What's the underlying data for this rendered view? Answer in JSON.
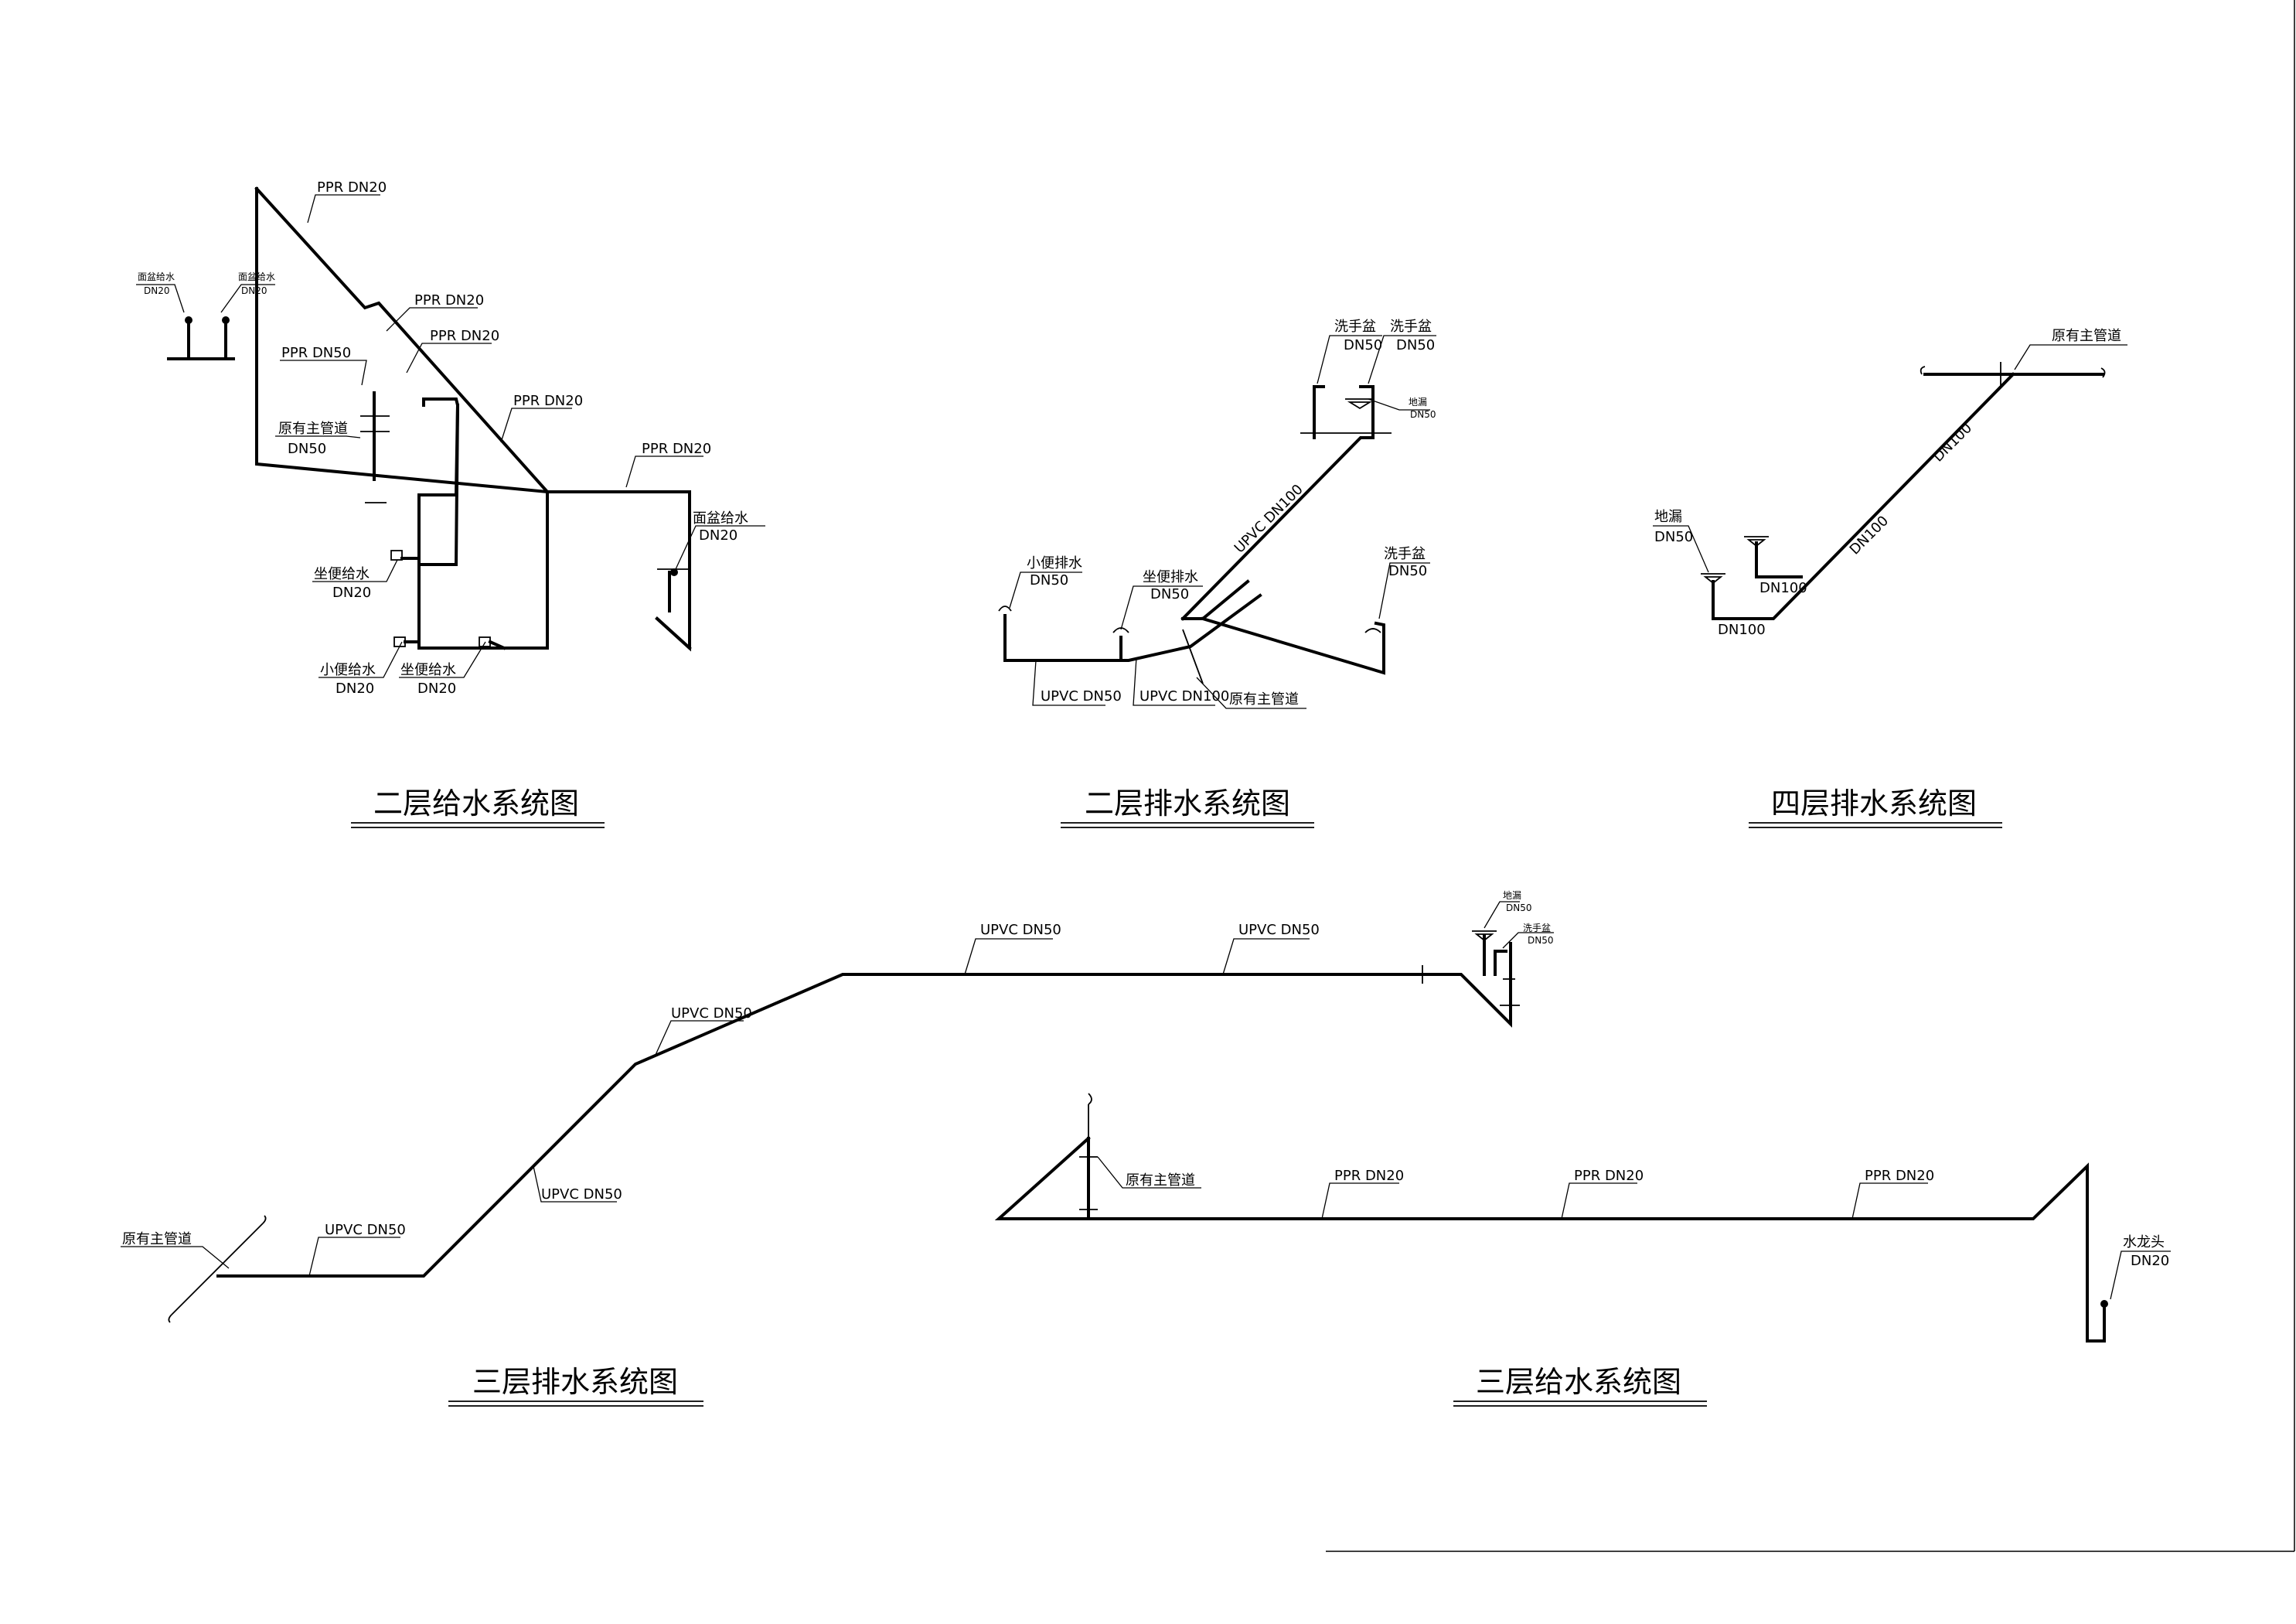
{
  "diagrams": {
    "floor2_supply": {
      "title": "二层给水系统图",
      "labels": {
        "ppr_top": "PPR DN20",
        "ppr_mid1": "PPR DN20",
        "ppr_mid2": "PPR DN20",
        "ppr_diag": "PPR DN20",
        "ppr_right": "PPR DN20",
        "ppr_dn50": "PPR DN50",
        "basin_a": "面盆给水",
        "basin_a_dn": "DN20",
        "basin_b": "面盆给水",
        "basin_b_dn": "DN20",
        "main_pipe": "原有主管道",
        "main_pipe_dn": "DN50",
        "toilet1": "坐便给水",
        "toilet1_dn": "DN20",
        "urinal": "小便给水",
        "urinal_dn": "DN20",
        "toilet2": "坐便给水",
        "toilet2_dn": "DN20",
        "basin_right": "面盆给水",
        "basin_right_dn": "DN20"
      }
    },
    "floor2_drain": {
      "title": "二层排水系统图",
      "labels": {
        "basin1": "洗手盆",
        "basin1_dn": "DN50",
        "basin2": "洗手盆",
        "basin2_dn": "DN50",
        "floor_drain": "地漏",
        "floor_drain_dn": "DN50",
        "upvc_diag": "UPVC DN100",
        "urinal": "小便排水",
        "urinal_dn": "DN50",
        "toilet": "坐便排水",
        "toilet_dn": "DN50",
        "basin3": "洗手盆",
        "basin3_dn": "DN50",
        "upvc_dn50": "UPVC DN50",
        "upvc_dn100": "UPVC DN100",
        "main_pipe": "原有主管道"
      }
    },
    "floor4_drain": {
      "title": "四层排水系统图",
      "labels": {
        "main_pipe": "原有主管道",
        "floor_drain": "地漏",
        "floor_drain_dn": "DN50",
        "dn100_a": "DN100",
        "dn100_b": "DN100",
        "dn100_c": "DN100",
        "dn100_d": "DN100"
      }
    },
    "floor3_drain": {
      "title": "三层排水系统图",
      "labels": {
        "upvc_top1": "UPVC DN50",
        "upvc_top2": "UPVC DN50",
        "upvc_slope": "UPVC DN50",
        "upvc_diag": "UPVC DN50",
        "upvc_bottom": "UPVC DN50",
        "main_pipe": "原有主管道",
        "floor_drain": "地漏",
        "floor_drain_dn": "DN50",
        "basin": "洗手盆",
        "basin_dn": "DN50"
      }
    },
    "floor3_supply": {
      "title": "三层给水系统图",
      "labels": {
        "main_pipe": "原有主管道",
        "ppr1": "PPR DN20",
        "ppr2": "PPR DN20",
        "ppr3": "PPR DN20",
        "tap": "水龙头",
        "tap_dn": "DN20"
      }
    }
  }
}
